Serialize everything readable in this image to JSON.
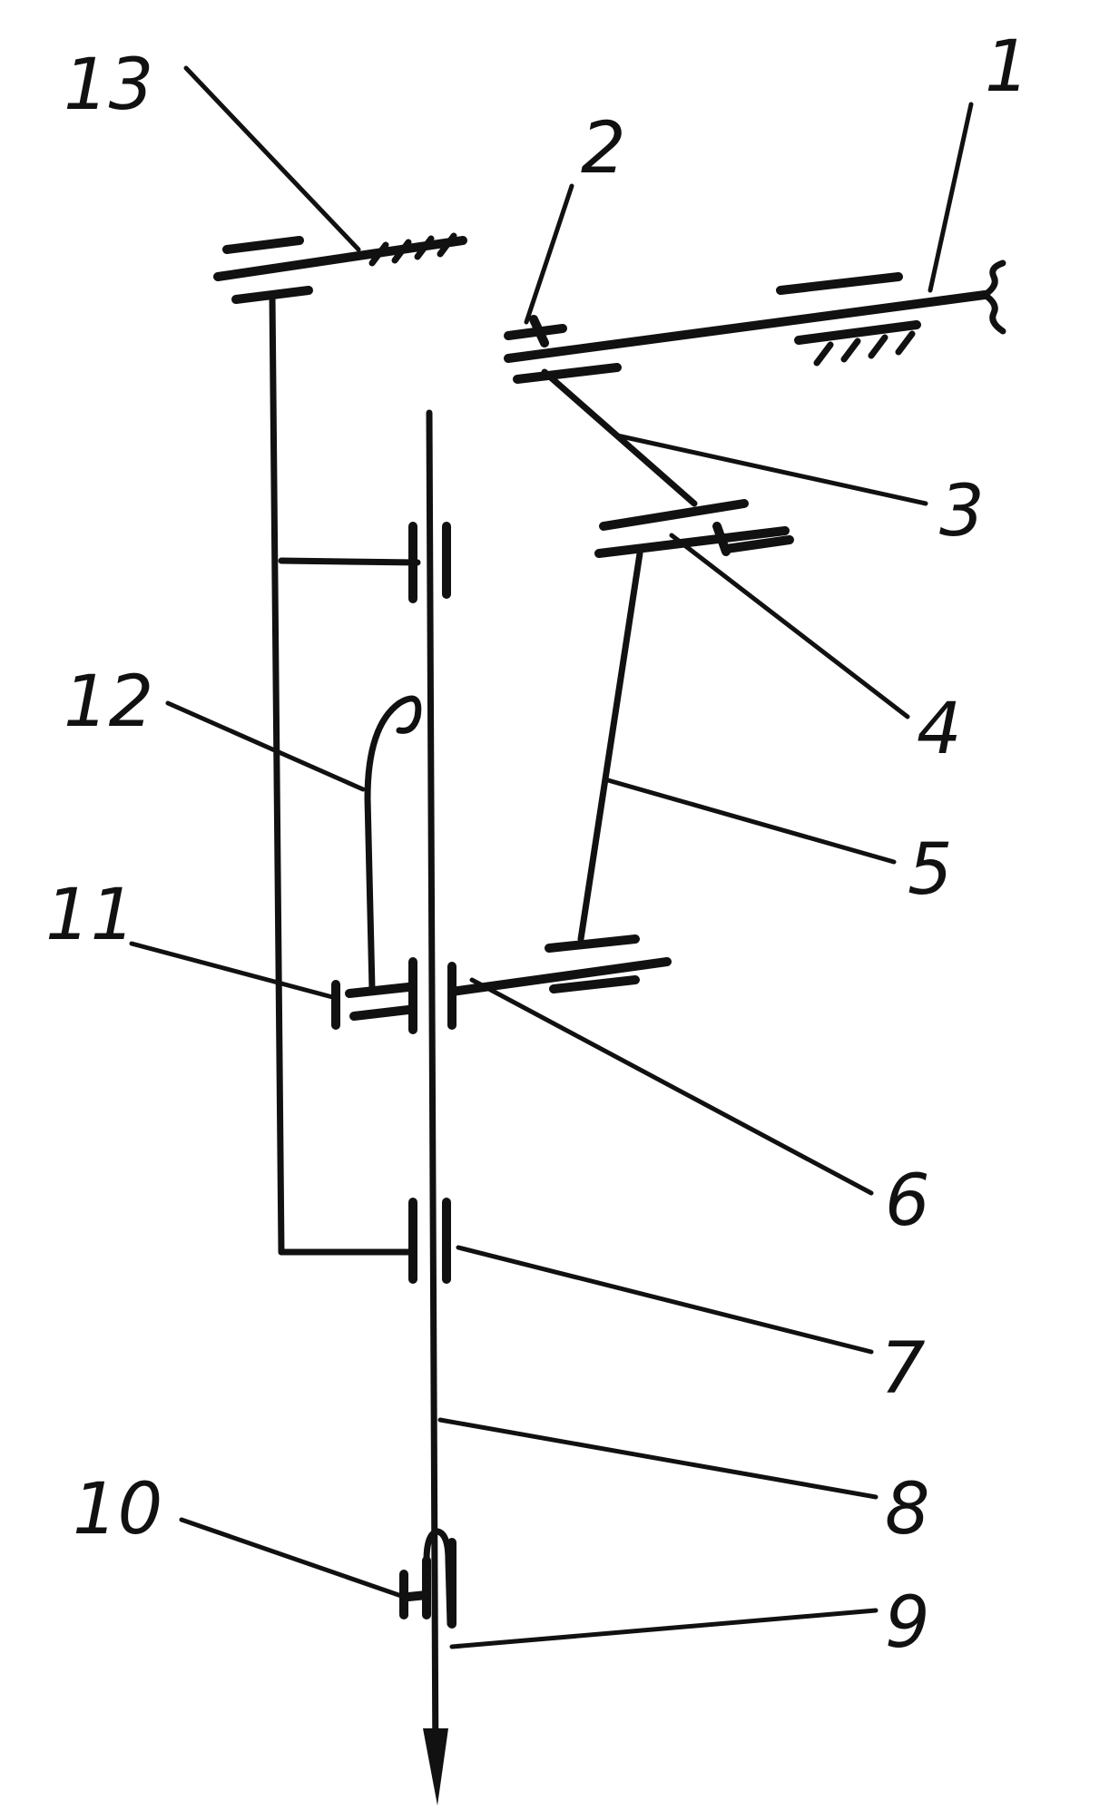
{
  "labels": {
    "l1": "1",
    "l2": "2",
    "l3": "3",
    "l4": "4",
    "l5": "5",
    "l6": "6",
    "l7": "7",
    "l8": "8",
    "l9": "9",
    "l10": "10",
    "l11": "11",
    "l12": "12",
    "l13": "13"
  },
  "colors": {
    "ink": "#111111",
    "paper": "#ffffff"
  }
}
